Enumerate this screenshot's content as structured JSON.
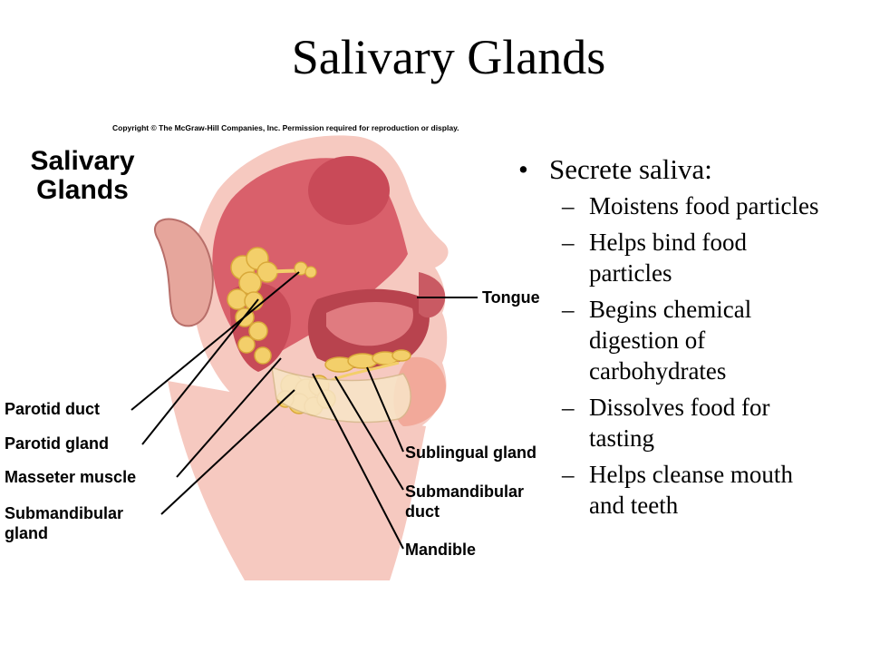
{
  "slide": {
    "title": "Salivary Glands"
  },
  "figure": {
    "copyright": "Copyright © The McGraw-Hill Companies, Inc. Permission required for reproduction or display.",
    "heading_line1": "Salivary",
    "heading_line2": "Glands",
    "labels": {
      "tongue": "Tongue",
      "parotid_duct": "Parotid duct",
      "parotid_gland": "Parotid gland",
      "masseter_muscle": "Masseter muscle",
      "submandibular_gland_1": "Submandibular",
      "submandibular_gland_2": "gland",
      "sublingual_gland": "Sublingual gland",
      "submandibular_duct_1": "Submandibular",
      "submandibular_duct_2": "duct",
      "mandible": "Mandible"
    }
  },
  "bullets": {
    "main": "Secrete saliva:",
    "sub": [
      {
        "lines": [
          "Moistens food particles"
        ]
      },
      {
        "lines": [
          "Helps bind food",
          "particles"
        ]
      },
      {
        "lines": [
          "Begins chemical",
          "digestion of",
          "carbohydrates"
        ]
      },
      {
        "lines": [
          "Dissolves food for",
          "tasting"
        ]
      },
      {
        "lines": [
          "Helps cleanse mouth",
          "and teeth"
        ]
      }
    ]
  },
  "colors": {
    "muscle": "#d9606b",
    "skin": "#f6c9c0",
    "gland": "#f3cf6a",
    "tissue": "#f2a99a"
  }
}
